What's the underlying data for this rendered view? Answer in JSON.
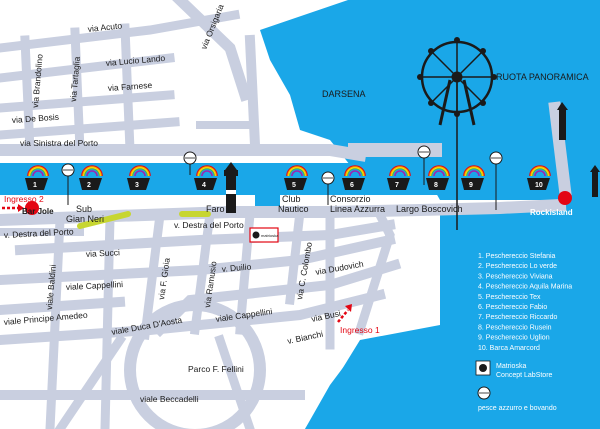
{
  "colors": {
    "sea": "#1aa7e8",
    "road": "#c9cfe0",
    "land": "#ffffff",
    "accent_red": "#e30613",
    "green_strip": "#c7d631",
    "label_dark": "#1a1a1a"
  },
  "streets": {
    "via_acuto": "via Acuto",
    "via_orsigaria": "via Orsigaria",
    "via_lucio_lando": "via Lucio Lando",
    "via_brandolino": "via Brandolino",
    "via_tartaglia": "via Tartaglia",
    "via_farnese": "via Farnese",
    "via_de_bosis": "via De Bosis",
    "via_sinistra_del_porto": "via Sinistra del Porto",
    "v_destra_del_porto_w": "v. Destra del Porto",
    "v_destra_del_porto_e": "v. Destra del Porto",
    "via_succi": "via Succi",
    "viale_baldini": "viale Baldini",
    "viale_cappellini_w": "viale Cappellini",
    "viale_principe_amedeo": "viale Principe Amedeo",
    "viale_duca_daosta": "viale Duca D'Aosta",
    "via_f_gioia": "via F. Gioia",
    "via_ramusio": "via Ramusio",
    "v_duilio": "v. Duilio",
    "viale_cappellini_e": "viale Cappellini",
    "via_c_colombo": "via C. Colombo",
    "via_dudovich": "via Dudovich",
    "via_busi": "via Busi",
    "v_bianchi": "v. Bianchi",
    "parco_f_fellini": "Parco F. Fellini",
    "viale_beccadelli": "viale Beccadelli"
  },
  "places": {
    "darsena": "DARSENA",
    "ruota_panoramica": "RUOTA PANORAMICA",
    "club_nautico_1": "Club",
    "club_nautico_2": "Nautico",
    "consorzio_1": "Consorzio",
    "consorzio_2": "Linea Azzurra",
    "largo_boscovich": "Largo Boscovich",
    "faro": "Faro",
    "sub_gian_neri_1": "Sub",
    "sub_gian_neri_2": "Gian Neri",
    "bar_jole": "Bar Jole",
    "rockisland": "Rockisland",
    "ingresso_2": "Ingresso 2",
    "ingresso_1": "Ingresso 1"
  },
  "boats": {
    "numbers": [
      "1",
      "2",
      "3",
      "4",
      "5",
      "6",
      "7",
      "8",
      "9",
      "10"
    ],
    "hull_color": "#1a1a1a",
    "sail_colors": [
      "#e30613",
      "#f7a600",
      "#ffe000",
      "#4caf50",
      "#1aa7e8",
      "#9c27b0"
    ]
  },
  "legend": {
    "items": [
      "1. Peschereccio Stefania",
      "2. Peschereccio Lo verde",
      "3. Peschereccio Viviana",
      "4. Peschereccio Aquila Marina",
      "5. Peschereccio Tex",
      "6. Peschereccio Fabio",
      "7. Peschereccio Riccardo",
      "8. Peschereccio Rusein",
      "9. Peschereccio Uglion",
      "10. Barca Amarcord"
    ],
    "matrioska_1": "Matrioska",
    "matrioska_2": "Concept LabStore",
    "badge_text": "matrioska",
    "fish_label": "pesce azzurro  e bovando"
  }
}
